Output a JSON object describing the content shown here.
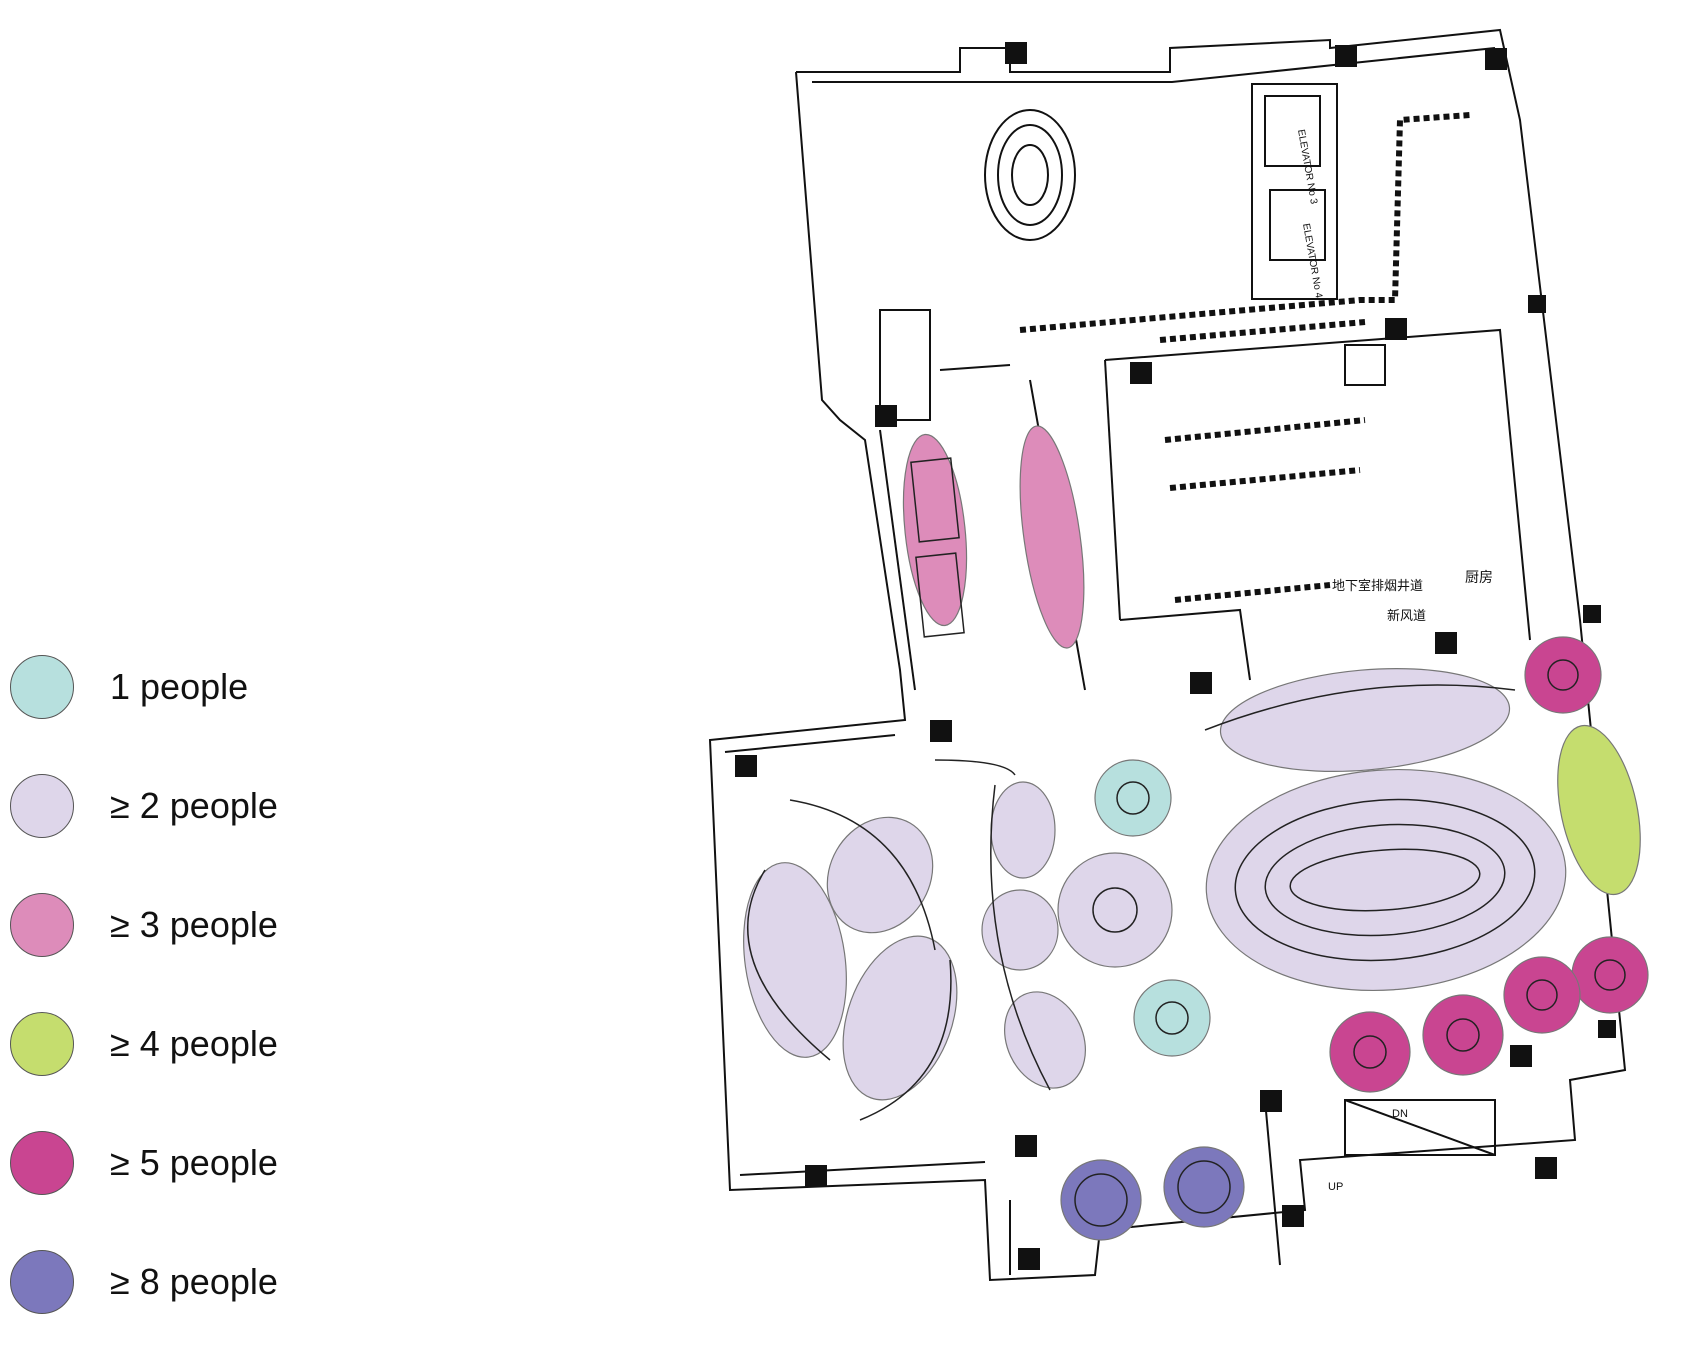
{
  "legend": {
    "items": [
      {
        "label": "1 people",
        "color": "#b7e0de"
      },
      {
        "label": "≥ 2 people",
        "color": "#ded6ea"
      },
      {
        "label": "≥ 3 people",
        "color": "#dd8cba"
      },
      {
        "label": "≥ 4 people",
        "color": "#c5dd6e"
      },
      {
        "label": "≥ 5 people",
        "color": "#c94591"
      },
      {
        "label": "≥ 8 people",
        "color": "#7c78bc"
      }
    ]
  },
  "plan": {
    "labels": {
      "elevator3": "ELEVATOR No 3",
      "elevator4": "ELEVATOR No 4",
      "basement": "地下室排烟井道",
      "fresh_air": "新风道",
      "kitchen": "厨房",
      "stair_down": "DN",
      "stair_up": "UP"
    }
  }
}
